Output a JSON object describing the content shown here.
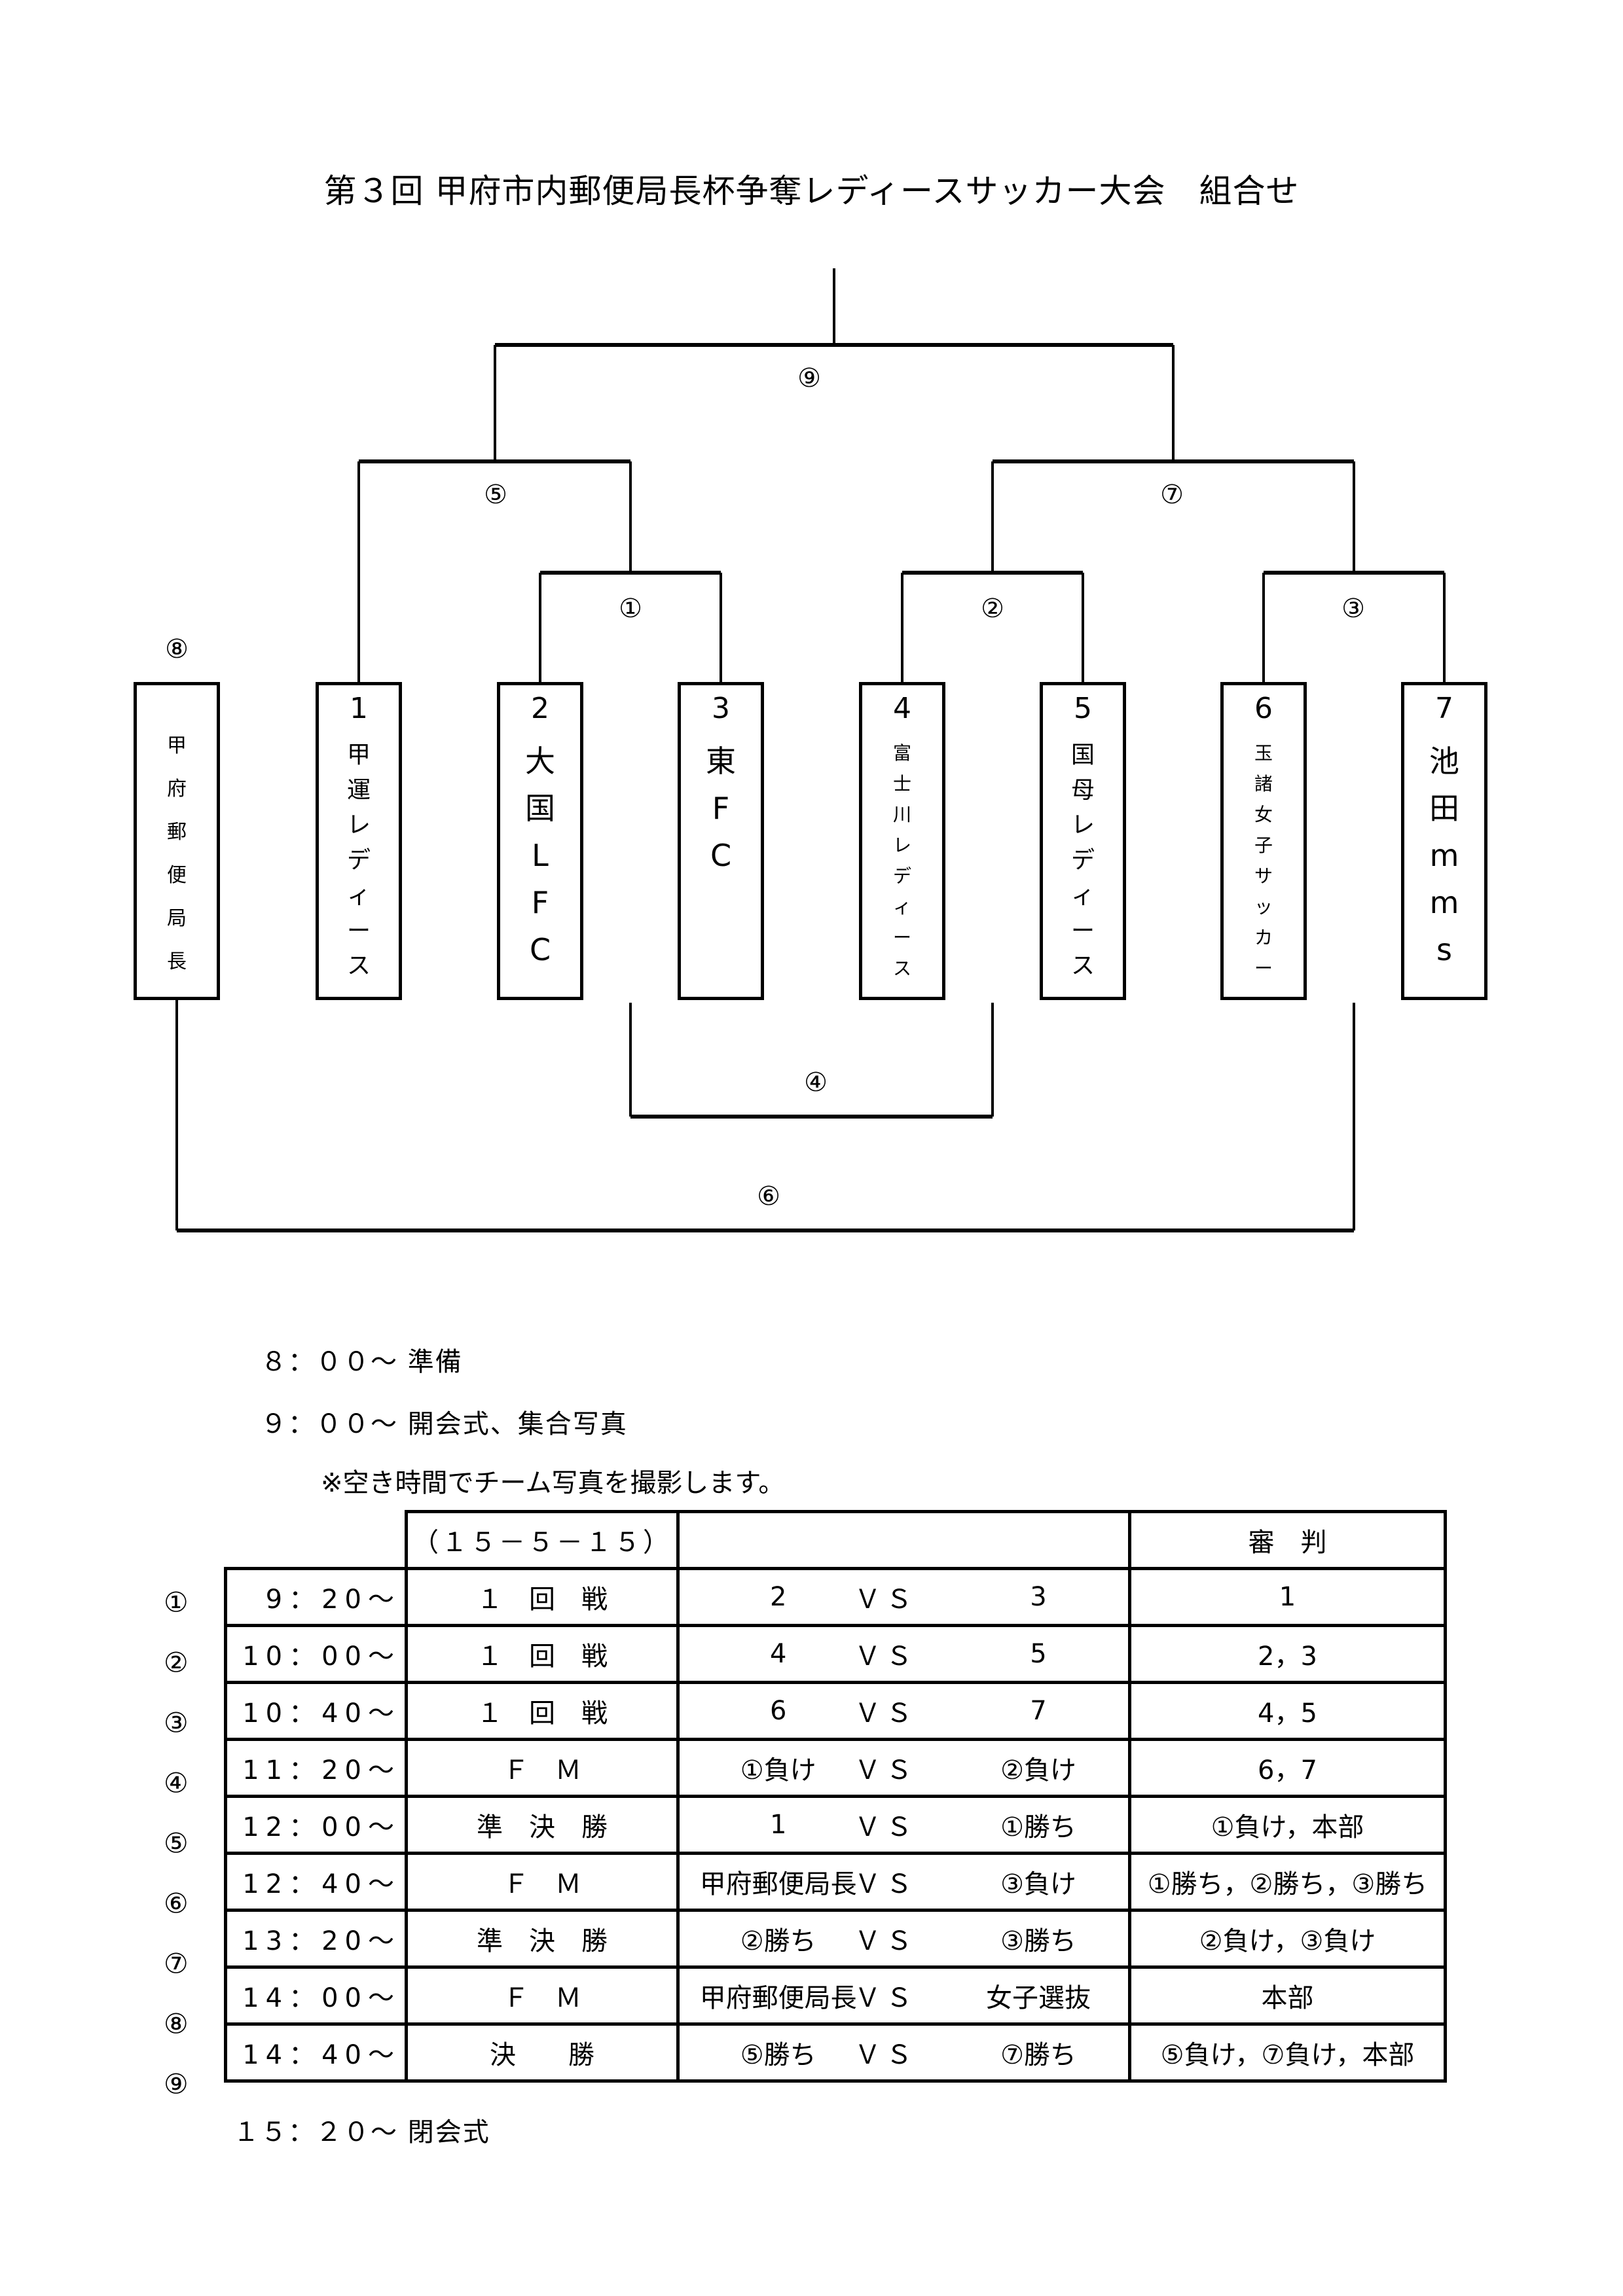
{
  "title": "第３回 甲府市内郵便局長杯争奪レディースサッカー大会　組合せ",
  "bracket": {
    "match_labels": [
      "①",
      "②",
      "③",
      "④",
      "⑤",
      "⑥",
      "⑦",
      "⑧",
      "⑨"
    ],
    "teams": [
      {
        "number": "",
        "name_chars": [
          "甲",
          "府",
          "郵",
          "便",
          "局",
          "長"
        ]
      },
      {
        "number": "1",
        "name_chars": [
          "甲",
          "運",
          "レ",
          "デ",
          "ィ",
          "ー",
          "ス"
        ]
      },
      {
        "number": "2",
        "name_chars": [
          "大",
          "国",
          "L",
          "F",
          "C"
        ]
      },
      {
        "number": "3",
        "name_chars": [
          "東",
          "F",
          "C"
        ]
      },
      {
        "number": "4",
        "name_chars": [
          "富",
          "士",
          "川",
          "レ",
          "デ",
          "ィ",
          "ー",
          "ス"
        ]
      },
      {
        "number": "5",
        "name_chars": [
          "国",
          "母",
          "レ",
          "デ",
          "ィ",
          "ー",
          "ス"
        ]
      },
      {
        "number": "6",
        "name_chars": [
          "玉",
          "諸",
          "女",
          "子",
          "サ",
          "ッ",
          "カ",
          "ー"
        ]
      },
      {
        "number": "7",
        "name_chars": [
          "池",
          "田",
          "m",
          "m",
          "s"
        ]
      }
    ]
  },
  "schedule_notes": {
    "prep": "８：００～ 準備",
    "opening": "９：００～ 開会式、集合写真",
    "photo_note": "※空き時間でチーム写真を撮影します。",
    "closing": "１５：２０～ 閉会式"
  },
  "table": {
    "header": {
      "format": "（１５－５－１５）",
      "matchup": "",
      "referee": "審　判"
    },
    "rows": [
      {
        "mark": "①",
        "time": "9：20～",
        "round": "１　回　戦",
        "left": "2",
        "vs": "ＶＳ",
        "right": "3",
        "referee": "1"
      },
      {
        "mark": "②",
        "time": "10：00～",
        "round": "１　回　戦",
        "left": "4",
        "vs": "ＶＳ",
        "right": "5",
        "referee": "2，3"
      },
      {
        "mark": "③",
        "time": "10：40～",
        "round": "１　回　戦",
        "left": "6",
        "vs": "ＶＳ",
        "right": "7",
        "referee": "4，5"
      },
      {
        "mark": "④",
        "time": "11：20～",
        "round": "Ｆ　Ｍ",
        "left": "①負け",
        "vs": "ＶＳ",
        "right": "②負け",
        "referee": "6，7"
      },
      {
        "mark": "⑤",
        "time": "12：00～",
        "round": "準　決　勝",
        "left": "1",
        "vs": "ＶＳ",
        "right": "①勝ち",
        "referee": "①負け，本部"
      },
      {
        "mark": "⑥",
        "time": "12：40～",
        "round": "Ｆ　Ｍ",
        "left": "甲府郵便局長",
        "vs": "ＶＳ",
        "right": "③負け",
        "referee": "①勝ち，②勝ち，③勝ち"
      },
      {
        "mark": "⑦",
        "time": "13：20～",
        "round": "準　決　勝",
        "left": "②勝ち",
        "vs": "ＶＳ",
        "right": "③勝ち",
        "referee": "②負け，③負け"
      },
      {
        "mark": "⑧",
        "time": "14：00～",
        "round": "Ｆ　Ｍ",
        "left": "甲府郵便局長",
        "vs": "ＶＳ",
        "right": "女子選抜",
        "referee": "本部"
      },
      {
        "mark": "⑨",
        "time": "14：40～",
        "round": "決　　勝",
        "left": "⑤勝ち",
        "vs": "ＶＳ",
        "right": "⑦勝ち",
        "referee": "⑤負け，⑦負け，本部"
      }
    ]
  }
}
